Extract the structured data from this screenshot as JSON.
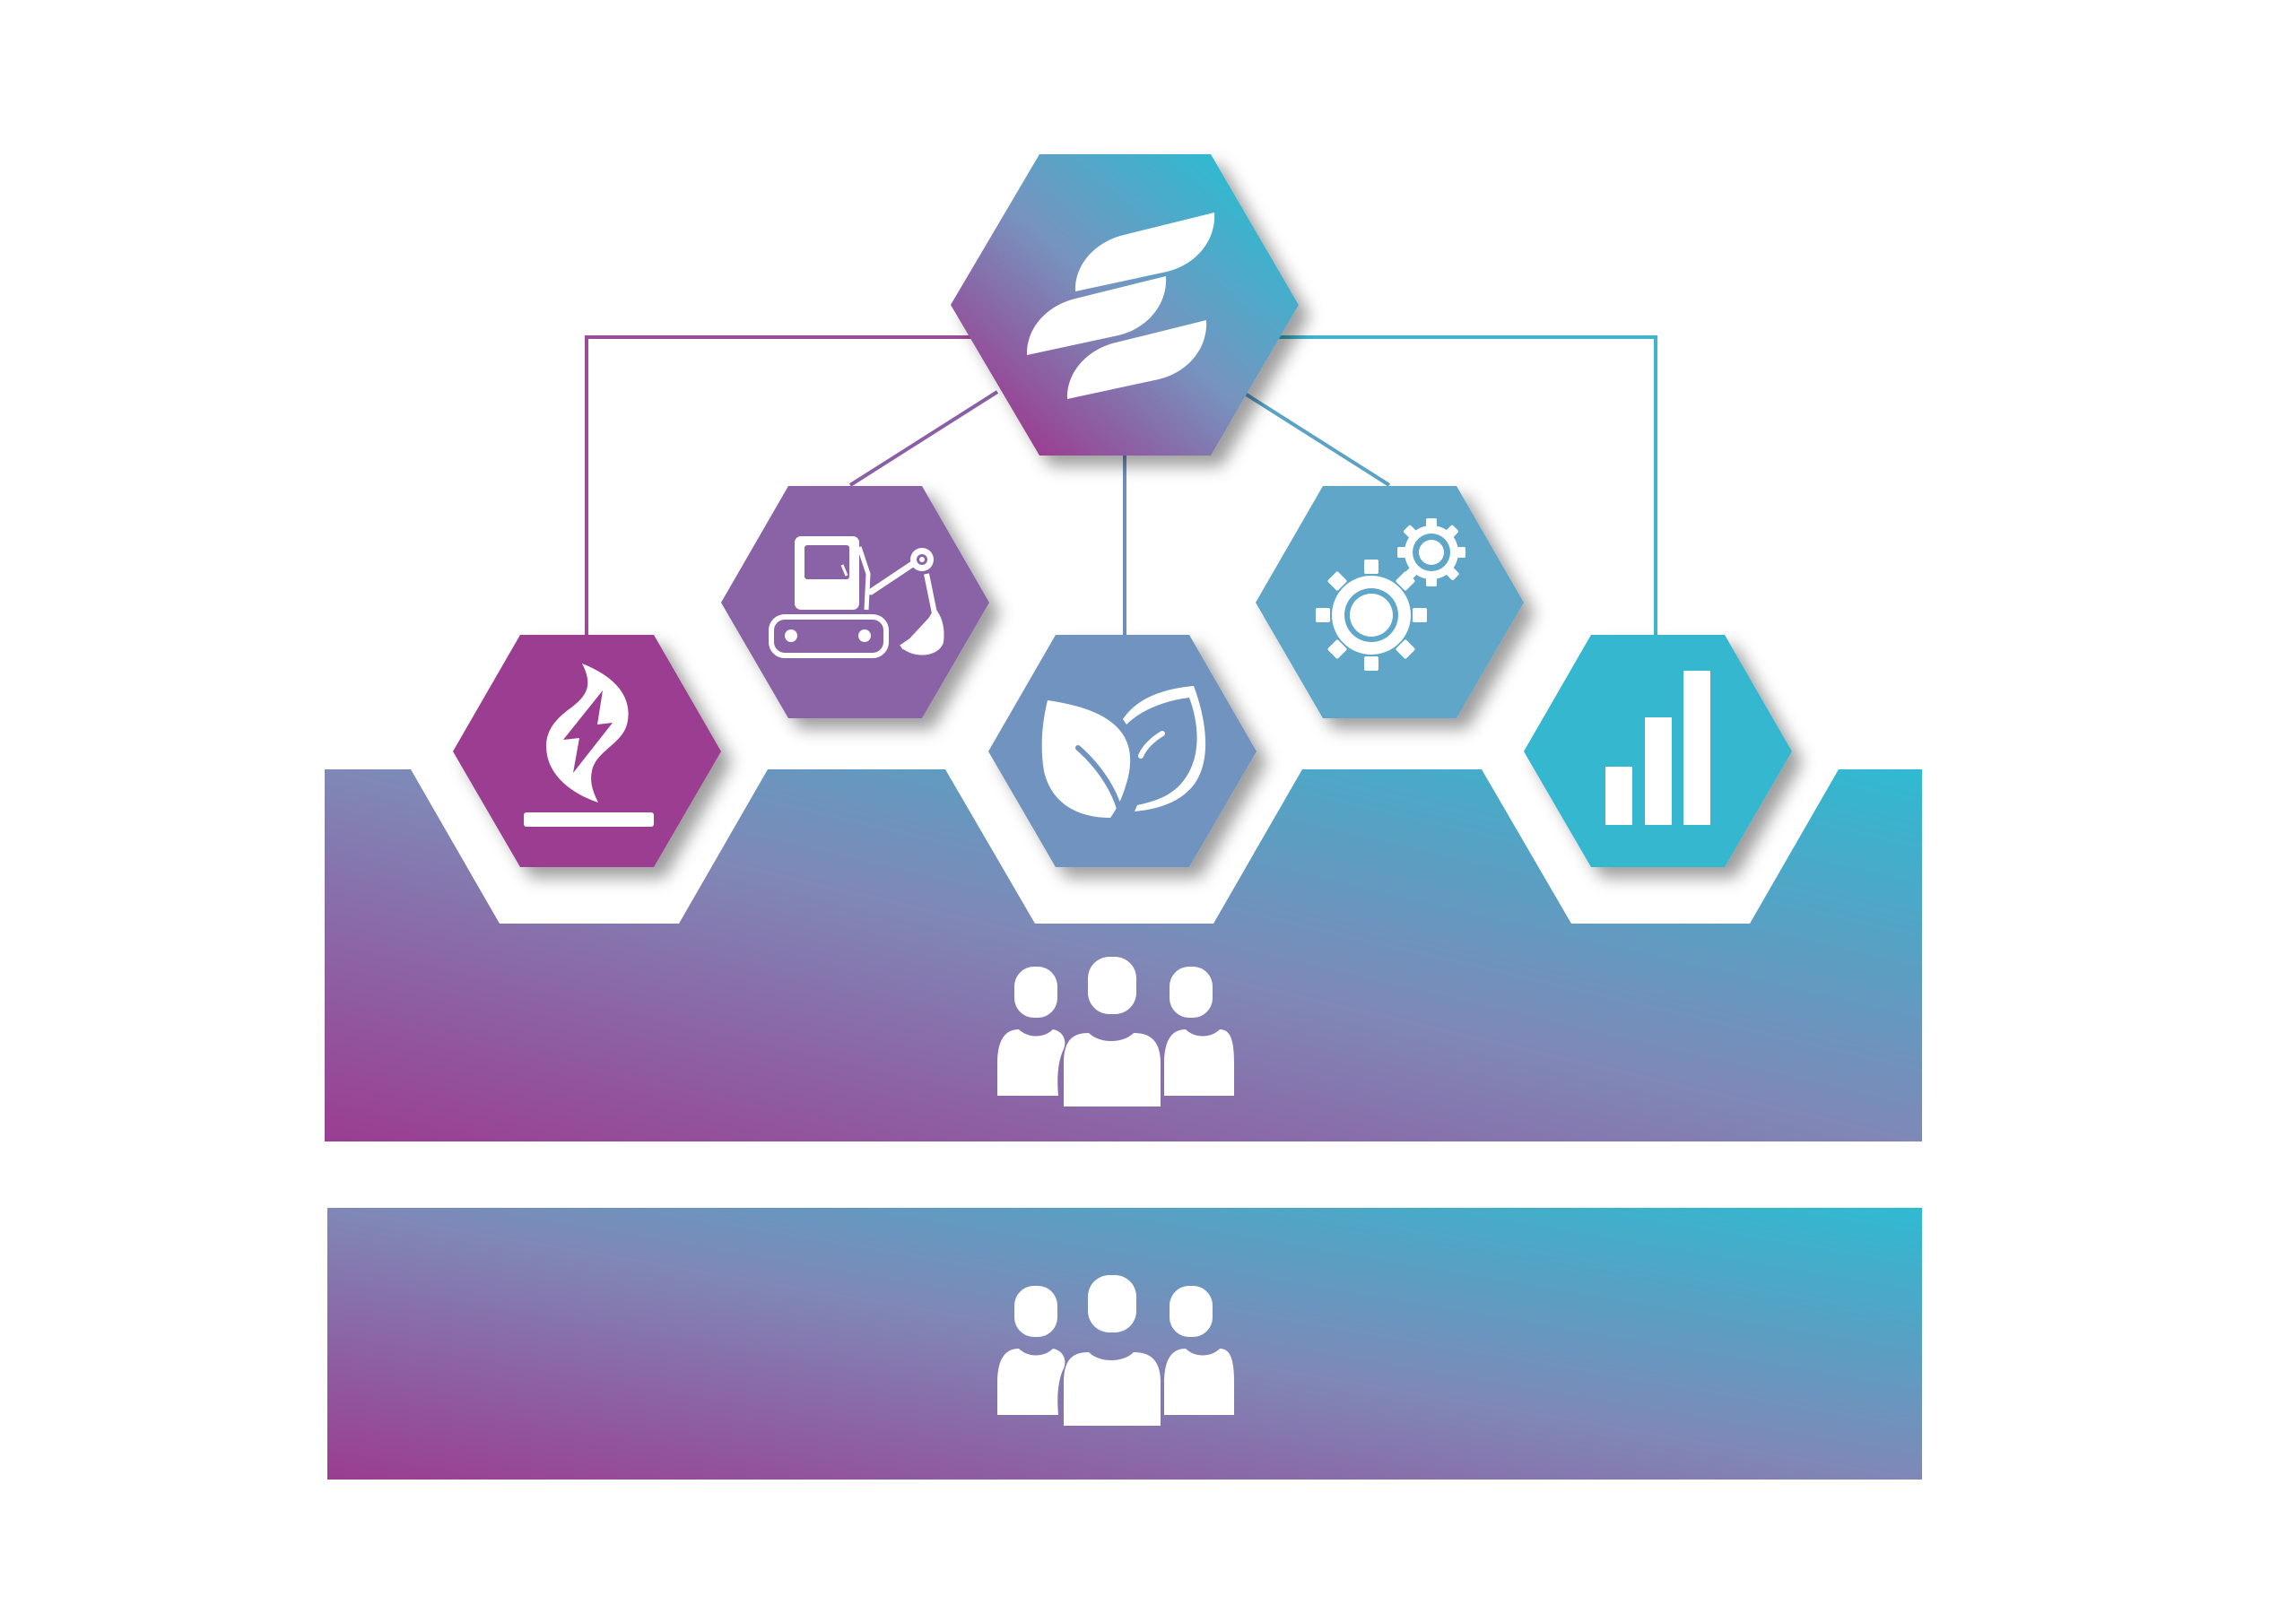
{
  "diagram": {
    "colors": {
      "gradient_start": "#9b3d91",
      "gradient_mid": "#7694bf",
      "gradient_end": "#2fbad1",
      "icon_color": "#ffffff",
      "background": "#ffffff"
    },
    "hexagons": [
      {
        "id": "hub",
        "icon": "brand-logo-icon",
        "color": "gradient"
      },
      {
        "id": "energy",
        "icon": "flame-lightning-icon",
        "color": "#9b3d91"
      },
      {
        "id": "machinery",
        "icon": "robot-arm-conveyor-icon",
        "color": "#8a63a6"
      },
      {
        "id": "sustainability",
        "icon": "leaves-icon",
        "color": "#7094bf"
      },
      {
        "id": "engineering",
        "icon": "gears-icon",
        "color": "#5fa6c8"
      },
      {
        "id": "analytics",
        "icon": "bar-chart-icon",
        "color": "#34b7cf"
      }
    ],
    "layers": [
      {
        "id": "upper-layer",
        "icon": "people-group-icon"
      },
      {
        "id": "lower-layer",
        "icon": "people-group-icon"
      }
    ]
  }
}
